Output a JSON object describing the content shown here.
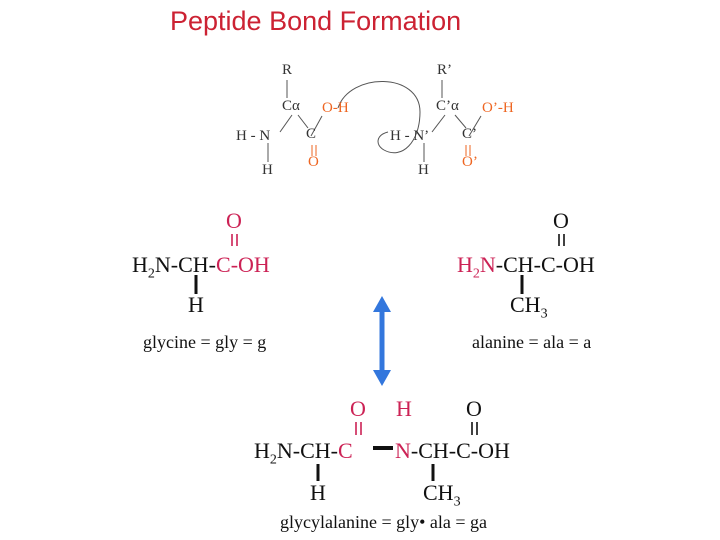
{
  "title": "Peptide Bond Formation",
  "mechanism": {
    "r1": "R",
    "ca1": "Cα",
    "oh1": "O-H",
    "hn1": "H - N",
    "c1": "C",
    "h1": "H",
    "o1": "O",
    "r2": "R’",
    "ca2": "C’α",
    "oh2": "O’-H",
    "hn2": "H - N’",
    "c2": "C’",
    "h2": "H",
    "o2": "O’"
  },
  "glycine": {
    "o": "O",
    "h2": "H",
    "sub2": "2",
    "chain_black": "N-CH-",
    "c": "C",
    "oh": "-OH",
    "side": "H",
    "caption": "glycine = gly = g"
  },
  "alanine": {
    "o": "O",
    "h2": "H",
    "sub2": "2",
    "n": "N",
    "chain": "-CH-C-OH",
    "side_main": "CH",
    "side_sub": "3",
    "caption": "alanine = ala = a"
  },
  "dipeptide": {
    "o1": "O",
    "h_n": "H",
    "o2": "O",
    "h2": "H",
    "sub2": "2",
    "chain1": "N-CH-",
    "c": "C",
    "n": "N",
    "chain2": "-CH-C-OH",
    "side1": "H",
    "side2_main": "CH",
    "side2_sub": "3",
    "caption": "glycylalanine = gly• ala = ga"
  },
  "colors": {
    "title": "#cc2233",
    "highlight": "#cc2255",
    "mechanism": "#ee6622",
    "arrow": "#3377dd"
  }
}
